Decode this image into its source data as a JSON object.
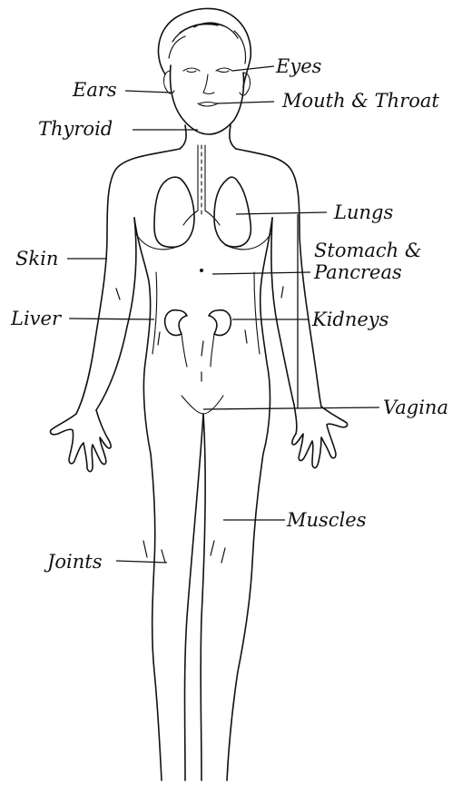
{
  "diagram": {
    "labels": {
      "eyes": "Eyes",
      "ears": "Ears",
      "mouth_throat": "Mouth & Throat",
      "thyroid": "Thyroid",
      "lungs": "Lungs",
      "skin": "Skin",
      "stomach_line1": "Stomach &",
      "stomach_line2": "Pancreas",
      "liver": "Liver",
      "kidneys": "Kidneys",
      "vagina": "Vagina",
      "muscles": "Muscles",
      "joints": "Joints"
    }
  },
  "colors": {
    "ink": "#111111",
    "background": "#ffffff"
  }
}
